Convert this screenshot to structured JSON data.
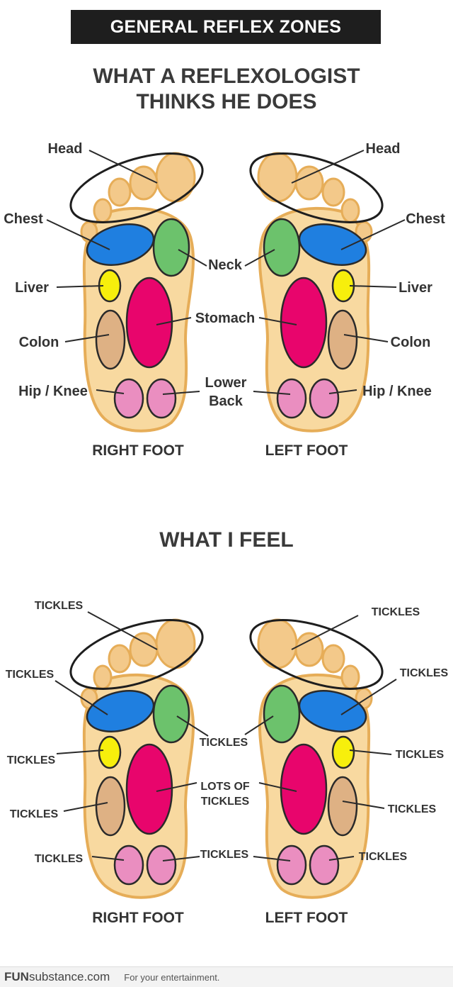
{
  "banner": "GENERAL REFLEX ZONES",
  "top": {
    "title_line1": "WHAT A REFLEXOLOGIST",
    "title_line2": "THINKS HE DOES",
    "labels": {
      "head_r": "Head",
      "head_l": "Head",
      "chest_r": "Chest",
      "chest_l": "Chest",
      "neck": "Neck",
      "liver_r": "Liver",
      "liver_l": "Liver",
      "stomach": "Stomach",
      "colon_r": "Colon",
      "colon_l": "Colon",
      "hip_r": "Hip / Knee",
      "hip_l": "Hip / Knee",
      "lower_1": "Lower",
      "lower_2": "Back"
    },
    "right_foot": "RIGHT FOOT",
    "left_foot": "LEFT FOOT"
  },
  "bottom": {
    "title": "WHAT I FEEL",
    "labels": {
      "head_r": "TICKLES",
      "head_l": "TICKLES",
      "chest_r": "TICKLES",
      "chest_l": "TICKLES",
      "neck": "TICKLES",
      "liver_r": "TICKLES",
      "liver_l": "TICKLES",
      "stomach_1": "LOTS OF",
      "stomach_2": "TICKLES",
      "colon_r": "TICKLES",
      "colon_l": "TICKLES",
      "hip_r": "TICKLES",
      "hip_l": "TICKLES",
      "lower": "TICKLES"
    },
    "right_foot": "RIGHT FOOT",
    "left_foot": "LEFT FOOT"
  },
  "footer": {
    "brand_bold": "FUN",
    "brand_rest": "substance.com",
    "tagline": "For your entertainment."
  },
  "colors": {
    "foot_fill": "#f8d9a0",
    "foot_stroke": "#e6ad58",
    "toe_fill": "#f3c98a",
    "head_zone": "#1e1e1e",
    "chest_zone": "#1f7fe0",
    "neck_zone": "#6cc26c",
    "liver_zone": "#f7ef0c",
    "stomach_zone": "#e8056c",
    "colon_zone": "#deb184",
    "hip_zone": "#ea8ec0"
  }
}
